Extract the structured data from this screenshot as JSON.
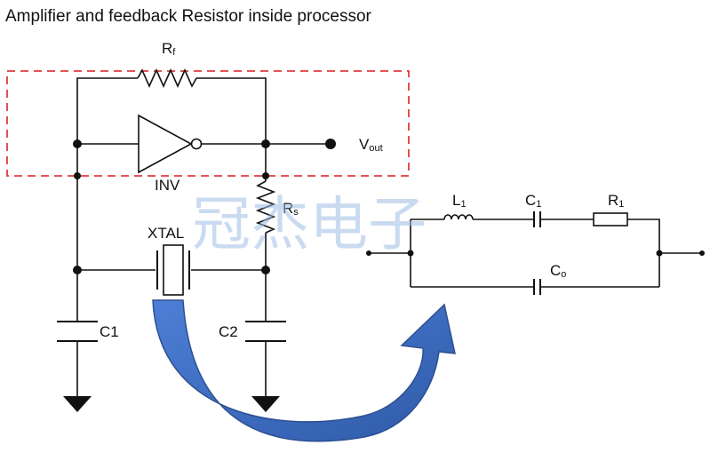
{
  "title": "Amplifier and feedback Resistor inside processor",
  "left_circuit": {
    "rf": {
      "main": "R",
      "sub": "f"
    },
    "inverter": "INV",
    "vout": {
      "main": "V",
      "sub": "out"
    },
    "rs": {
      "main": "R",
      "sub": "s"
    },
    "crystal": "XTAL",
    "c1": "C1",
    "c2": "C2"
  },
  "equivalent_circuit": {
    "l1": {
      "main": "L",
      "sub": "1"
    },
    "c1": {
      "main": "C",
      "sub": "1"
    },
    "r1": {
      "main": "R",
      "sub": "1"
    },
    "co": {
      "main": "C",
      "sub": "o"
    }
  },
  "watermark": "冠杰电子",
  "colors": {
    "processor_boundary": "#e03c3c",
    "arrow_fill": "#3f6fc4",
    "arrow_edge": "#2d4f91",
    "watermark": "#9fbfe6"
  }
}
